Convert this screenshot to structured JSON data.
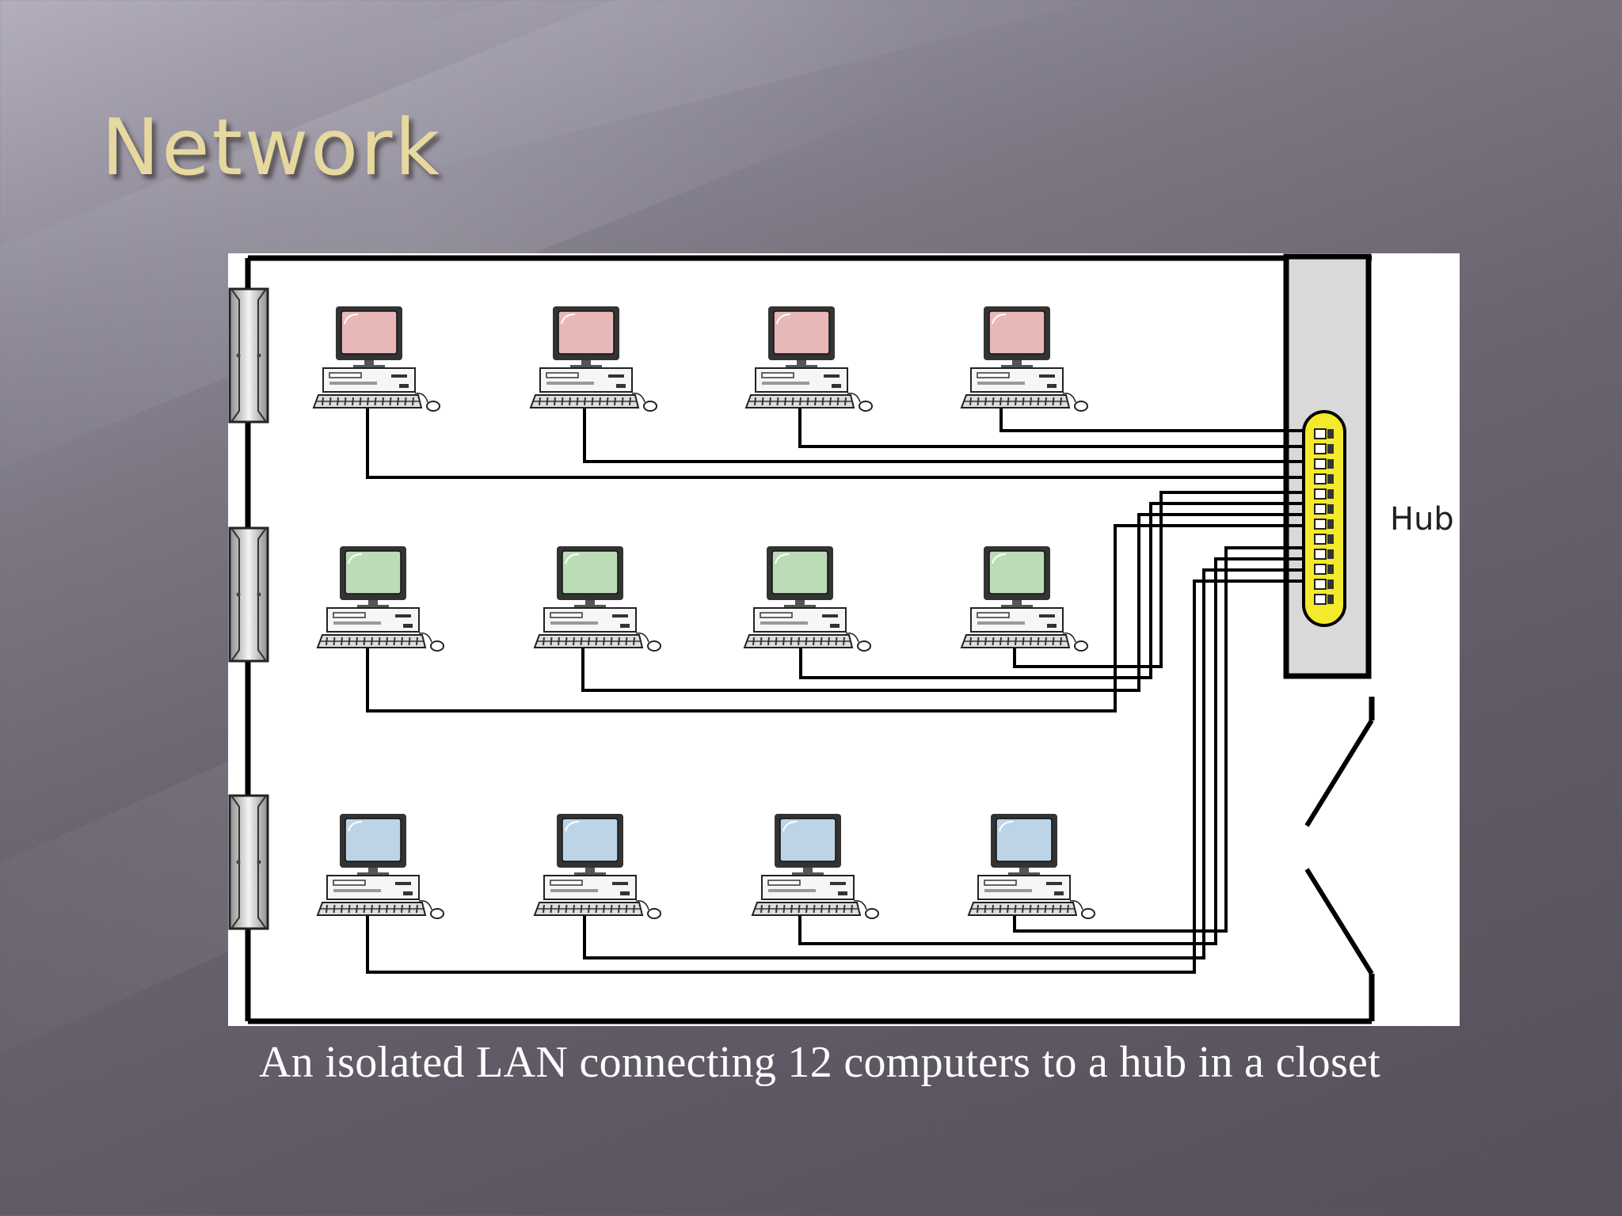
{
  "slide": {
    "title": "Network",
    "caption": "An isolated LAN connecting 12 computers to a hub in a closet"
  },
  "diagram": {
    "hub_label": "Hub",
    "rows": [
      {
        "row": "top",
        "monitor_color": "#e8b7b7",
        "computers": 4
      },
      {
        "row": "middle",
        "monitor_color": "#bcdcb8",
        "computers": 4
      },
      {
        "row": "bottom",
        "monitor_color": "#bcd4e6",
        "computers": 4
      }
    ],
    "hub_color": "#f2ea2a",
    "closet_color": "#d9d9d9",
    "icons": [
      "window-icon",
      "computer-icon",
      "hub-icon",
      "door-icon"
    ]
  }
}
